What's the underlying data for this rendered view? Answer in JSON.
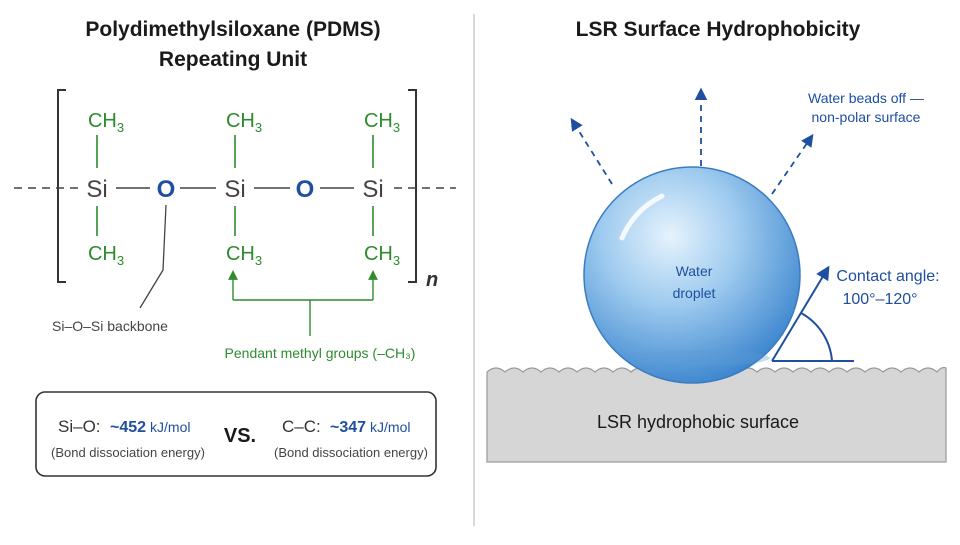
{
  "left_panel": {
    "title_line1": "Polydimethylsiloxane (PDMS)",
    "title_line2": "Repeating Unit",
    "atoms": {
      "si": "Si",
      "o": "O"
    },
    "methyl": {
      "main": "CH",
      "sub": "3"
    },
    "repeat_index": "n",
    "backbone_label": "Si–O–Si backbone",
    "pendant_label": "Pendant methyl groups (–CH₃)",
    "bond_comparison": {
      "si_o": {
        "label": "Si–O:",
        "value": "~452",
        "unit": "kJ/mol",
        "caption": "(Bond dissociation energy)"
      },
      "vs": "VS.",
      "c_c": {
        "label": "C–C:",
        "value": "~347",
        "unit": "kJ/mol",
        "caption": "(Bond dissociation energy)"
      }
    }
  },
  "right_panel": {
    "title": "LSR Surface Hydrophobicity",
    "droplet_label_line1": "Water",
    "droplet_label_line2": "droplet",
    "beads_label_line1": "Water beads off —",
    "beads_label_line2": "non-polar surface",
    "contact_angle_line1": "Contact angle:",
    "contact_angle_line2": "100°–120°",
    "surface_label": "LSR hydrophobic surface"
  },
  "colors": {
    "blue": "#1f4fa0",
    "green": "#2e8b2e",
    "gray": "#444444",
    "surface": "#d6d6d6"
  }
}
